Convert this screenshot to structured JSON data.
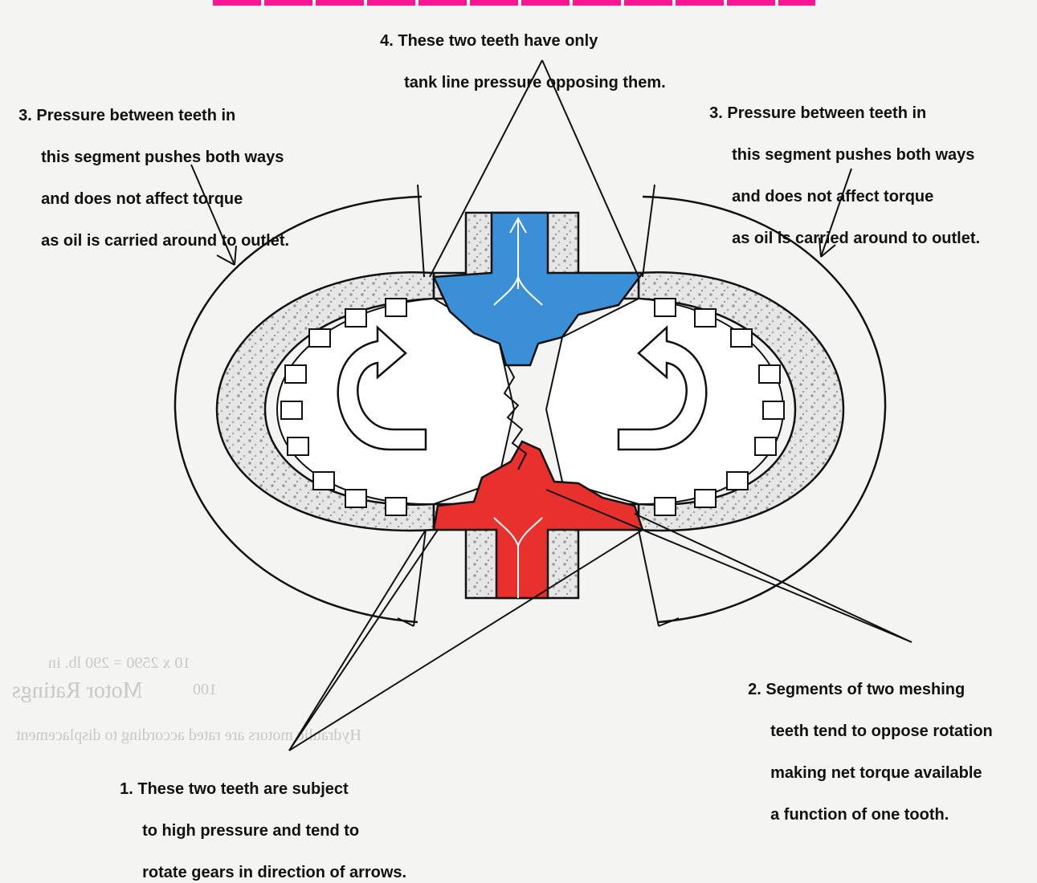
{
  "callouts": {
    "c1": {
      "number": "1.",
      "lines": [
        "These two teeth are subject",
        "to high pressure and tend to",
        "rotate gears in direction of arrows."
      ]
    },
    "c2": {
      "number": "2.",
      "lines": [
        "Segments of two meshing",
        "teeth tend to oppose rotation",
        "making net torque available",
        "a function of one tooth."
      ]
    },
    "c3_left": {
      "number": "3.",
      "lines": [
        "Pressure between teeth in",
        "this segment pushes both ways",
        "and does not affect torque",
        "as oil is carried around to outlet."
      ]
    },
    "c3_right": {
      "number": "3.",
      "lines": [
        "Pressure between teeth in",
        "this segment pushes both ways",
        "and does not affect torque",
        "as oil is carried around to outlet."
      ]
    },
    "c4": {
      "number": "4.",
      "lines": [
        "These two teeth have only",
        "tank line pressure opposing them."
      ]
    }
  },
  "colors": {
    "outlet_blue": "#3a8fd6",
    "inlet_red": "#e8302c",
    "housing_fill": "#d9d9d9",
    "line": "#111111",
    "header_bar": "#ff1493"
  },
  "background_bleed": {
    "lines": [
      "Hydraulic motors are rated according to displacement",
      "Motor Ratings",
      "10 x 2590 = 290 lb. in",
      "100"
    ]
  }
}
